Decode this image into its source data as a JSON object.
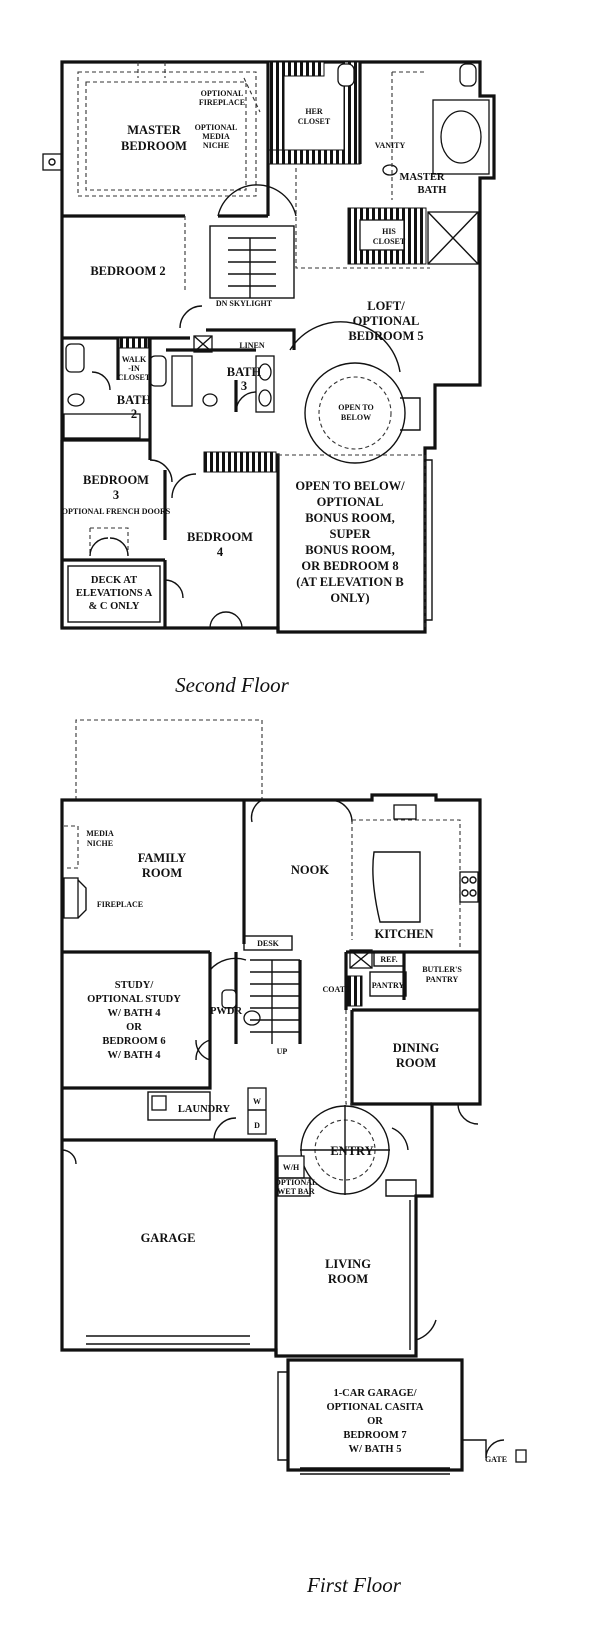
{
  "second_floor": {
    "caption": "Second Floor",
    "rooms": {
      "master_bedroom": [
        "MASTER",
        "BEDROOM"
      ],
      "optional_fireplace": [
        "OPTIONAL",
        "FIREPLACE"
      ],
      "optional_media_niche": [
        "OPTIONAL",
        "MEDIA",
        "NICHE"
      ],
      "her_closet": [
        "HER",
        "CLOSET"
      ],
      "vanity": "VANITY",
      "master_bath": [
        "MASTER",
        "BATH"
      ],
      "his_closet": [
        "HIS",
        "CLOSET"
      ],
      "bedroom_2": "BEDROOM 2",
      "dn_skylight": "DN  SKYLIGHT",
      "loft": [
        "LOFT/",
        "OPTIONAL",
        "BEDROOM 5"
      ],
      "linen": "LINEN",
      "walk_in_closet": [
        "WALK",
        "-IN",
        "CLOSET"
      ],
      "bath_3": [
        "BATH",
        "3"
      ],
      "bath_2": [
        "BATH",
        "2"
      ],
      "open_to_below_circle": [
        "OPEN TO",
        "BELOW"
      ],
      "bedroom_3": [
        "BEDROOM",
        "3"
      ],
      "optional_french_doors": "OPTIONAL FRENCH DOORS",
      "bedroom_4": [
        "BEDROOM",
        "4"
      ],
      "deck": [
        "DECK AT",
        "ELEVATIONS A",
        "& C ONLY"
      ],
      "bonus_room": [
        "OPEN TO BELOW/",
        "OPTIONAL",
        "BONUS ROOM,",
        "SUPER",
        "BONUS ROOM,",
        "OR BEDROOM 8",
        "(AT ELEVATION B",
        "ONLY)"
      ]
    }
  },
  "first_floor": {
    "caption": "First Floor",
    "rooms": {
      "media_niche": [
        "MEDIA",
        "NICHE"
      ],
      "family_room": [
        "FAMILY",
        "ROOM"
      ],
      "fireplace": "FIREPLACE",
      "nook": "NOOK",
      "kitchen": "KITCHEN",
      "desk": "DESK",
      "ref": "REF.",
      "butlers_pantry": [
        "BUTLER'S",
        "PANTRY"
      ],
      "pantry": "PANTRY",
      "coats": "COATS",
      "study": [
        "STUDY/",
        "OPTIONAL STUDY",
        "W/ BATH 4",
        "OR",
        "BEDROOM 6",
        "W/ BATH 4"
      ],
      "pwdr": "PWDR",
      "up": "UP",
      "dining_room": [
        "DINING",
        "ROOM"
      ],
      "laundry": "LAUNDRY",
      "washer": "W",
      "dryer": "D",
      "entry": "ENTRY",
      "water_heater": "W/H",
      "optional_wet_bar": [
        "OPTIONAL",
        "WET BAR"
      ],
      "garage": "GARAGE",
      "living_room": [
        "LIVING",
        "ROOM"
      ],
      "casita": [
        "1-CAR GARAGE/",
        "OPTIONAL CASITA",
        "OR",
        "BEDROOM 7",
        "W/ BATH 5"
      ],
      "gate": "GATE"
    }
  }
}
